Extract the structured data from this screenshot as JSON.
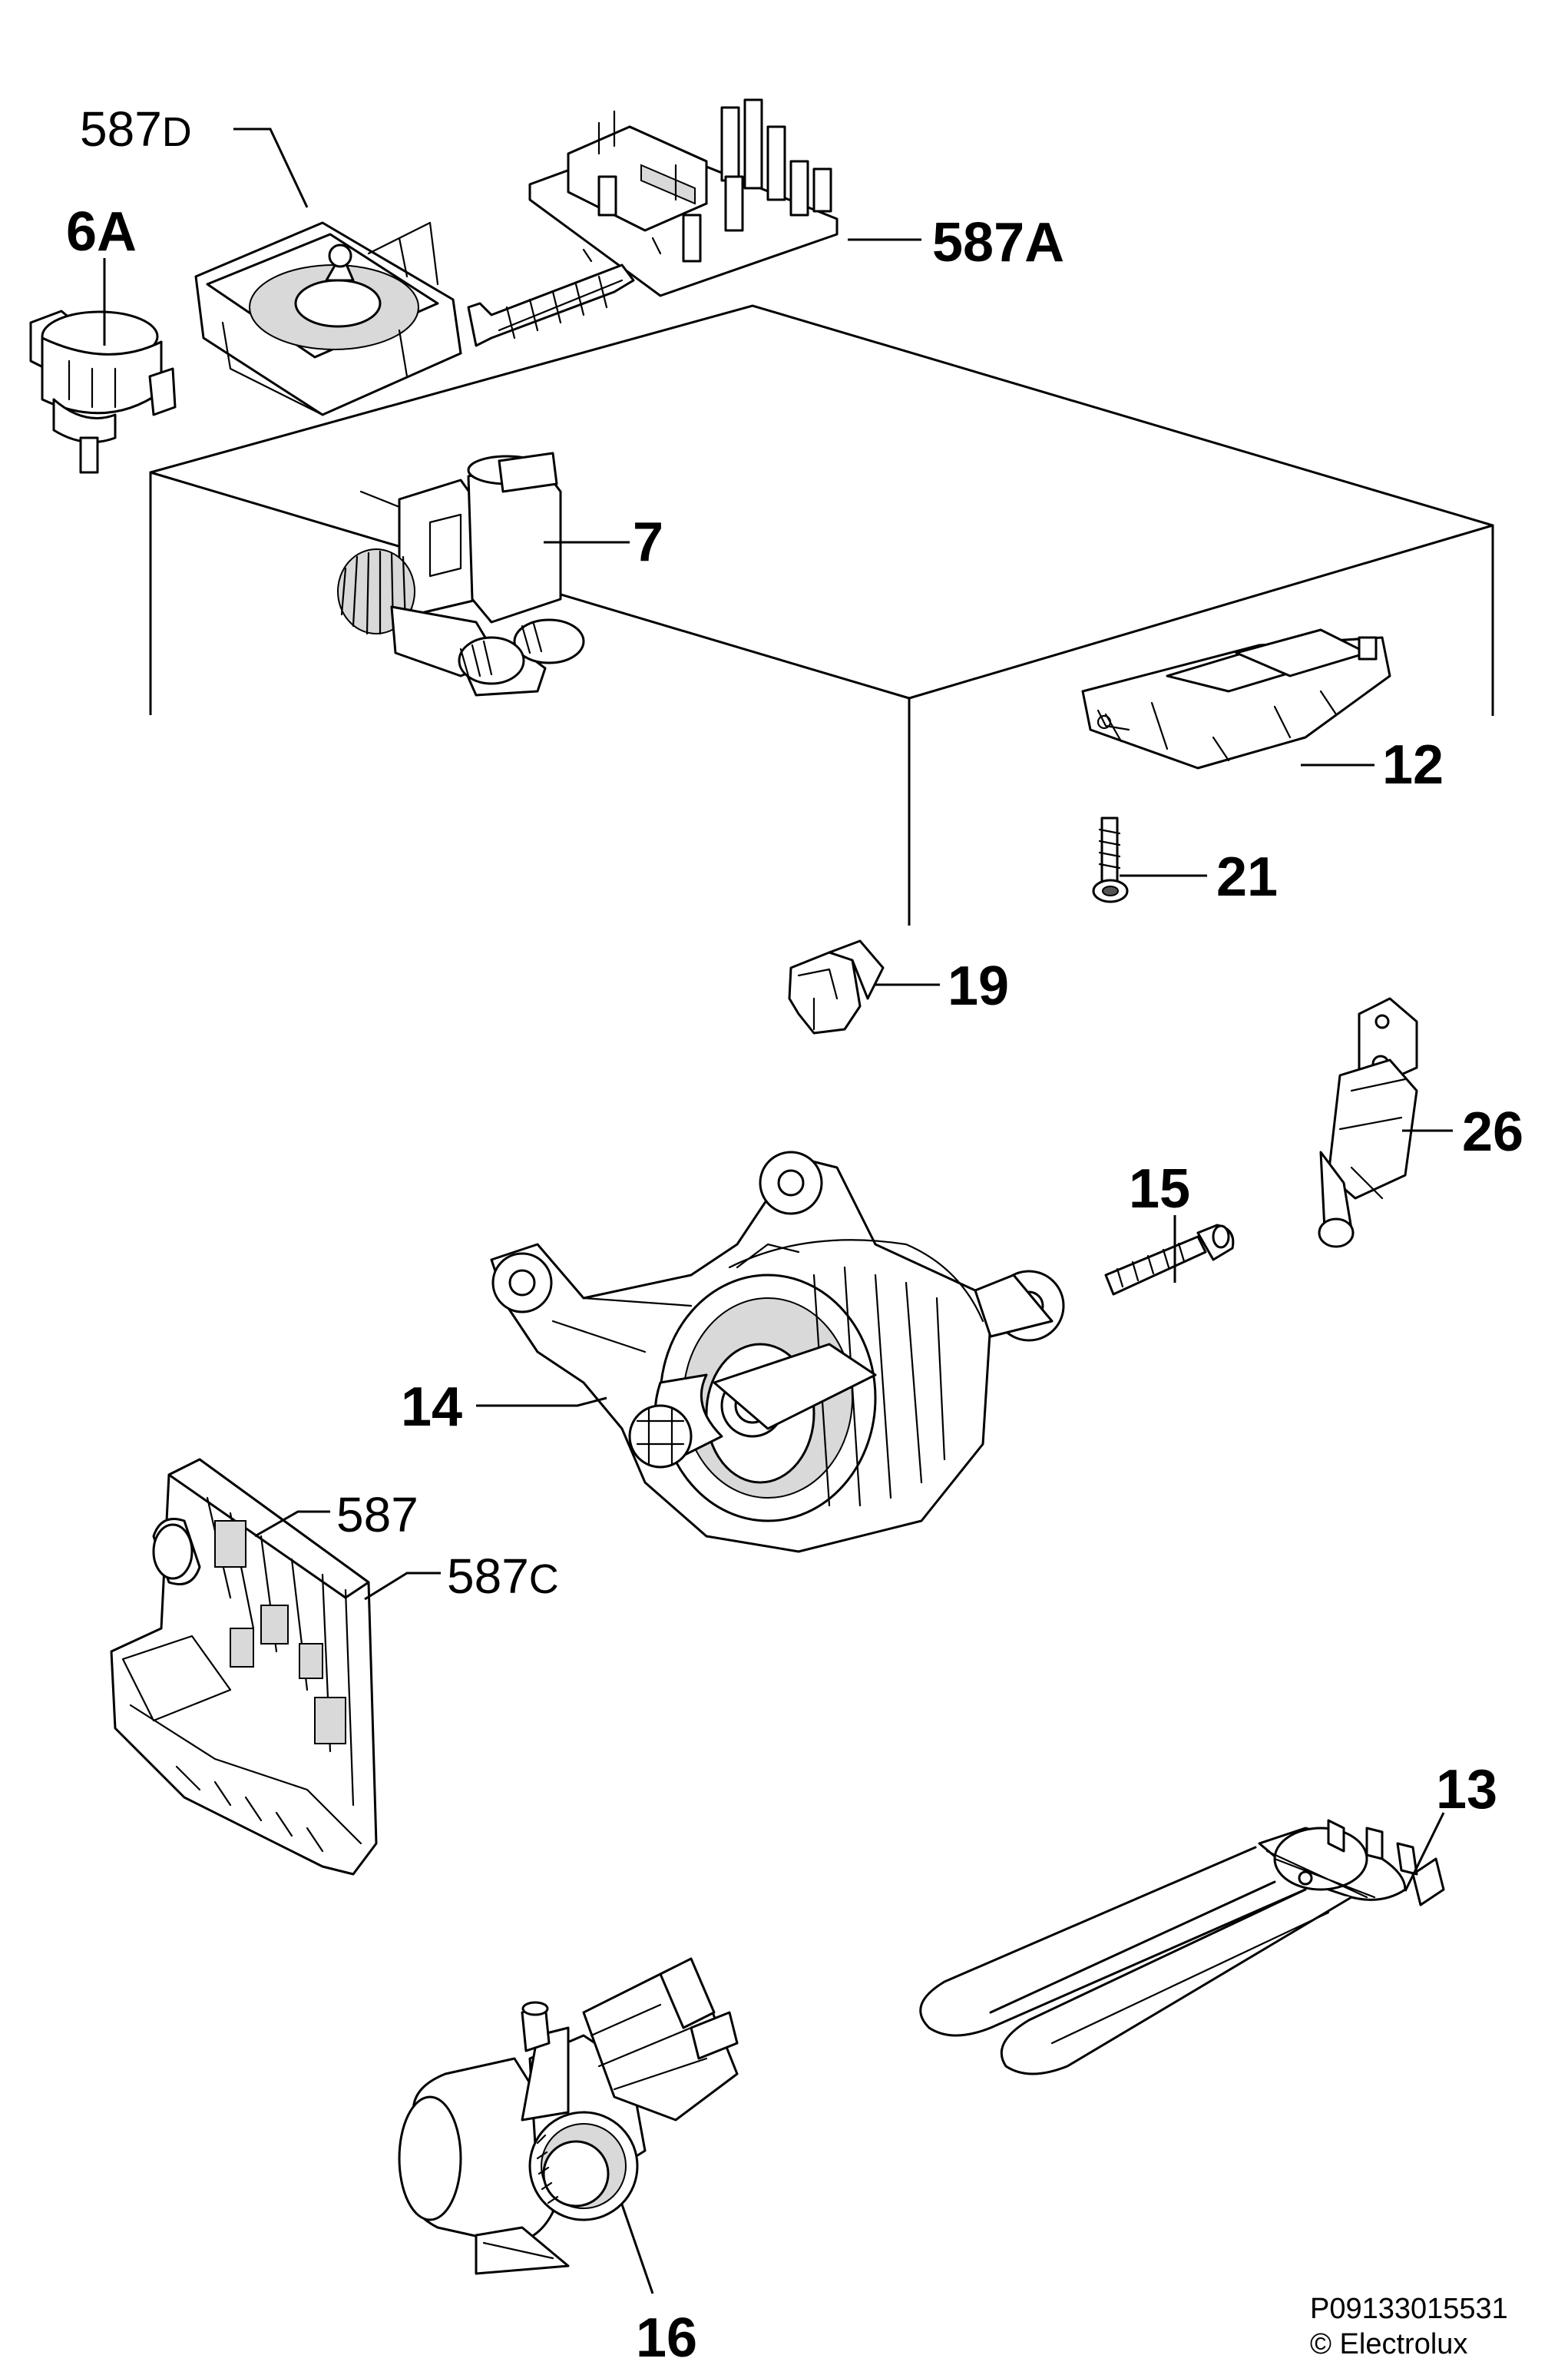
{
  "labels": {
    "p587D_num": "587",
    "p587D_suffix": "D",
    "p6A": "6A",
    "p587A": "587A",
    "p7": "7",
    "p12": "12",
    "p21": "21",
    "p19": "19",
    "p26": "26",
    "p15": "15",
    "p14": "14",
    "p587": "587",
    "p587C_num": "587",
    "p587C_suffix": "C",
    "p13": "13",
    "p16": "16"
  },
  "footer": {
    "code": "P09133015531",
    "copyright": "© Electrolux"
  }
}
